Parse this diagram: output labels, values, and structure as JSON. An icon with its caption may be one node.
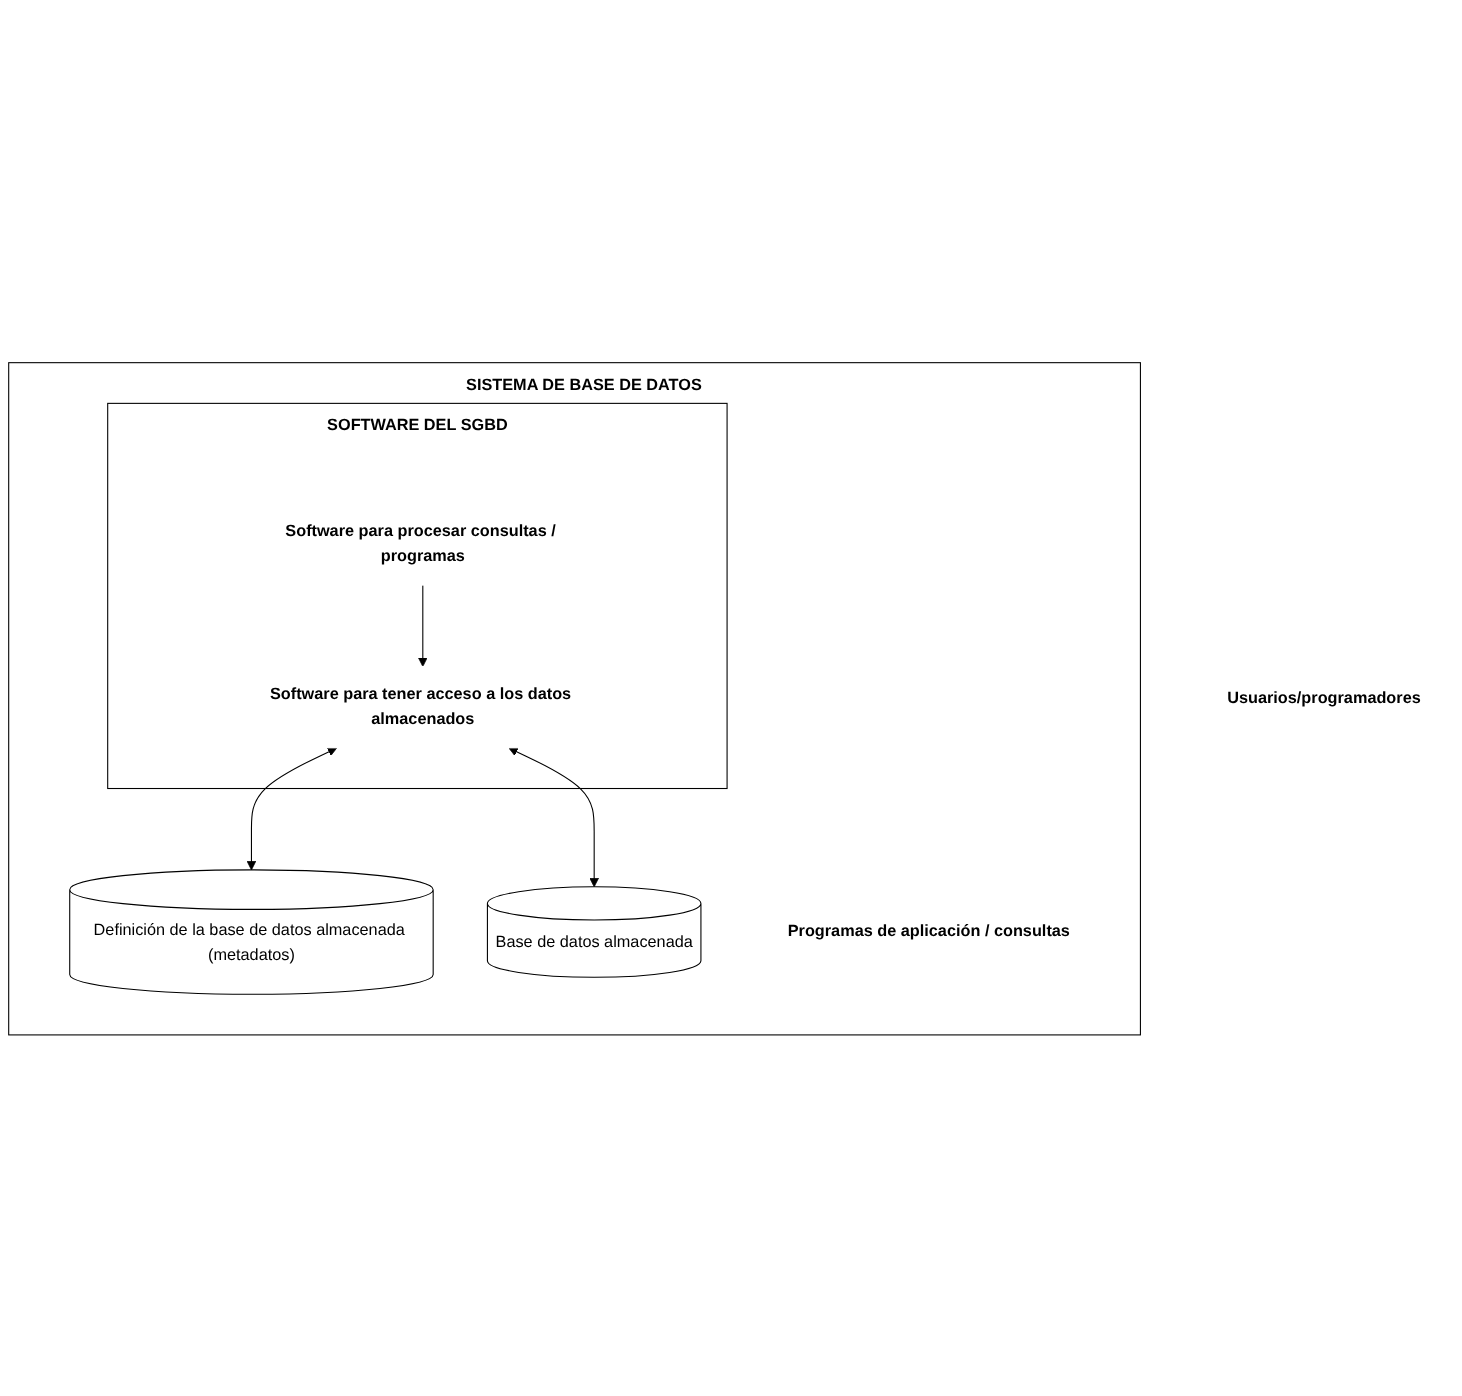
{
  "diagram": {
    "nodes": [
      {
        "text": [
          "Usuarios/programadores"
        ]
      },
      {
        "text": [
          "SISTEMA DE BASE DE DATOS"
        ]
      },
      {
        "text": [
          "Programas de aplicación / consultas"
        ],
        "in": 1
      },
      {
        "text": [
          "SOFTWARE DEL SGBD"
        ],
        "in": 1
      },
      {
        "text": [
          "Software para procesar consultas / programas"
        ],
        "in": 3
      },
      {
        "text": [
          "Software para tener acceso a los datos almacenados"
        ],
        "in": 3
      },
      {
        "text": [
          "Definición de la base de datos almacenada (metadatos)"
        ],
        "in": 1
      },
      {
        "text": [
          "Base de datos almacenada"
        ],
        "in": 1
      }
    ],
    "edges": [
      {
        "from": 4,
        "to": 5,
        "arrow": "to"
      },
      {
        "from": 5,
        "to": 6,
        "arrow": "both"
      },
      {
        "from": 5,
        "to": 7,
        "arrow": "both"
      }
    ]
  }
}
